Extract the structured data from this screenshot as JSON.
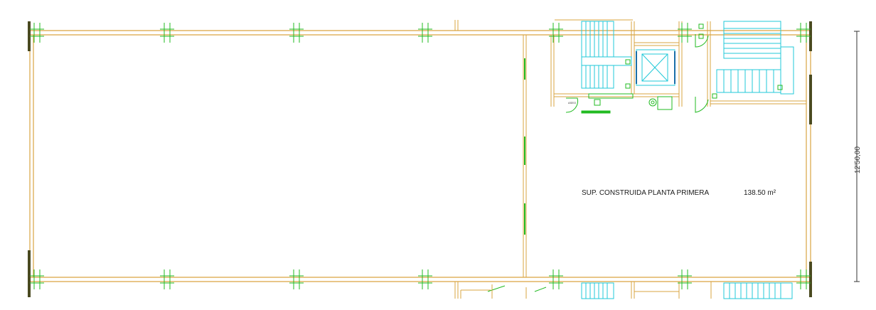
{
  "plan": {
    "area_label": "SUP. CONSTRUIDA PLANTA PRIMERA",
    "area_value": "138.50 m²",
    "dimension_label": "12'50,00",
    "room_tag": "ASEO"
  },
  "colors": {
    "wall": "#d9a441",
    "wall_inner": "#efd291",
    "column": "#22bb22",
    "stair": "#22c9d8",
    "endcap": "#4a4a20",
    "dim": "#333333"
  }
}
